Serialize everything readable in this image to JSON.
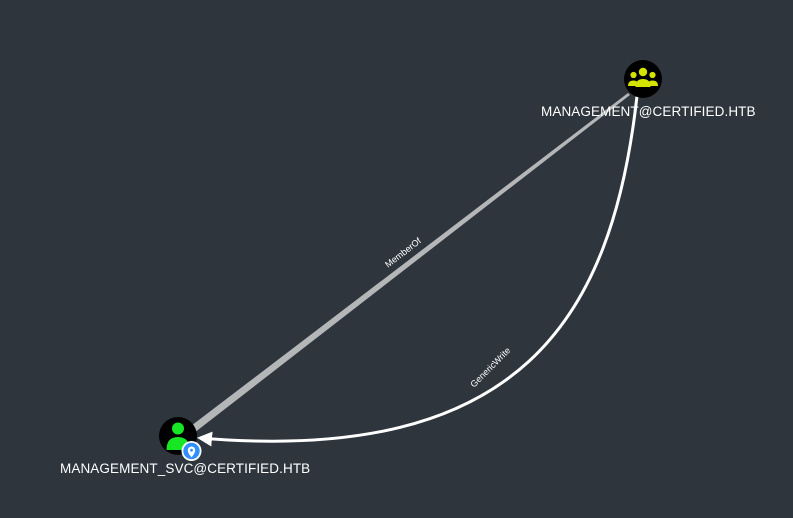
{
  "graph": {
    "nodes": {
      "group": {
        "label": "MANAGEMENT@CERTIFIED.HTB",
        "type": "group",
        "icon": "group-icon",
        "color": "#d4e300"
      },
      "user": {
        "label": "MANAGEMENT_SVC@CERTIFIED.HTB",
        "type": "user",
        "icon": "user-icon",
        "color": "#17e625",
        "badge": "owned-pin-icon",
        "badge_color": "#2f8fff"
      }
    },
    "edges": {
      "memberof": {
        "label": "MemberOf",
        "from": "user",
        "to": "group"
      },
      "genericwrite": {
        "label": "GenericWrite",
        "from": "group",
        "to": "user"
      }
    }
  }
}
